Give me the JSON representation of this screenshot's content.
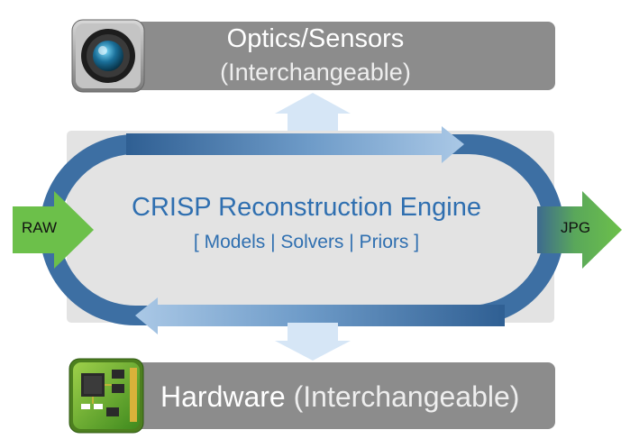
{
  "optics": {
    "title": "Optics/Sensors",
    "subtitle": "(Interchangeable)",
    "icon": "camera-lens-icon"
  },
  "engine": {
    "title": "CRISP Reconstruction Engine",
    "subtitle": "[ Models | Solvers | Priors ]"
  },
  "input": {
    "label": "RAW"
  },
  "output": {
    "label": "JPG"
  },
  "hardware": {
    "title": "Hardware",
    "subtitle": "(Interchangeable)",
    "icon": "circuit-board-icon"
  },
  "colors": {
    "bar_gray": "#8c8c8c",
    "panel_gray": "#e3e3e3",
    "loop_blue": "#3d6fa3",
    "text_blue": "#2f6fb0",
    "arrow_green": "#6cc04a"
  }
}
